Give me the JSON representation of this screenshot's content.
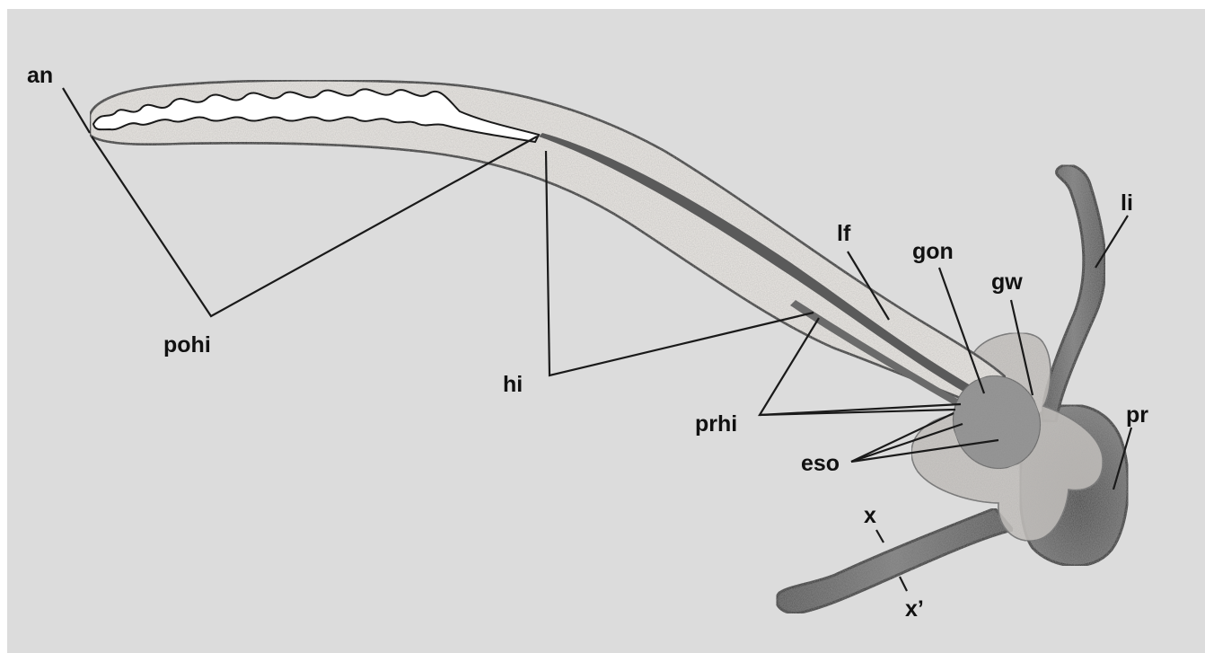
{
  "diagram": {
    "labels": {
      "an": "an",
      "pohi": "pohi",
      "hi": "hi",
      "lf": "lf",
      "gon": "gon",
      "gw": "gw",
      "li": "li",
      "prhi": "prhi",
      "eso": "eso",
      "pr": "pr",
      "x": "x",
      "x_prime": "x’"
    }
  },
  "colors": {
    "background": "#dcdcdc",
    "outline": "#1a1a1a",
    "body_light": "#ece9e5",
    "tentacle_dark": "#5e5e5e",
    "proboscis_dark": "#555555",
    "gonad": "#8f8f8f"
  }
}
